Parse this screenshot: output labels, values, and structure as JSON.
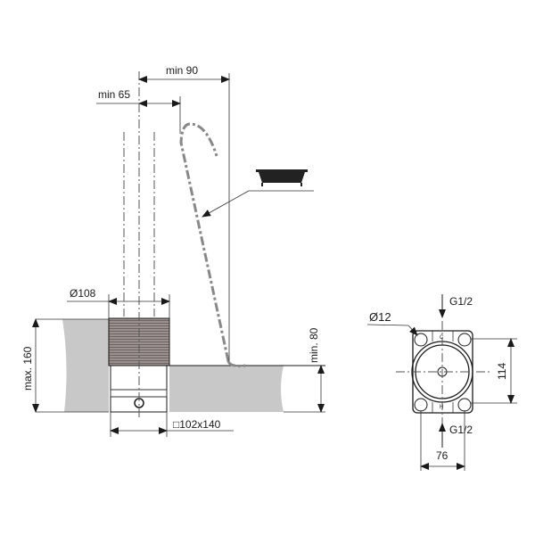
{
  "drawing": {
    "side_view": {
      "dim_min_90": "min 90",
      "dim_min_65": "min 65",
      "dim_diameter_108": "Ø108",
      "dim_max_160": "max. 160",
      "dim_min_80": "min. 80",
      "dim_box": "□102x140"
    },
    "plan_view": {
      "dim_diameter_12": "Ø12",
      "inlet_top": "G1/2",
      "inlet_bottom": "G1/2",
      "dim_114": "114",
      "dim_76": "76",
      "port_cold": "C",
      "port_hot": "H"
    },
    "colors": {
      "floor": "#c8c8c8",
      "ribbing": "#8a7f7f",
      "line": "#1a1a1a"
    }
  }
}
